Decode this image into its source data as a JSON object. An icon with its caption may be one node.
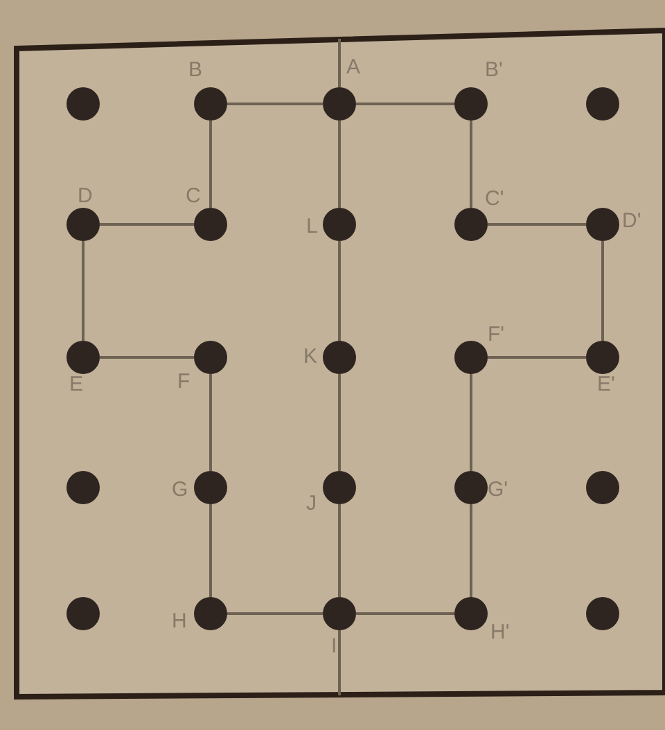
{
  "diagram": {
    "nodes": [
      {
        "text": [],
        "shape": "circle"
      },
      {
        "text": [],
        "shape": "circle",
        "beside": [
          "B"
        ]
      },
      {
        "text": [],
        "shape": "circle",
        "beside": [
          "A"
        ]
      },
      {
        "text": [],
        "shape": "circle",
        "beside": [
          "B'"
        ]
      },
      {
        "text": [],
        "shape": "circle"
      },
      {
        "text": [],
        "shape": "circle",
        "beside": [
          "D"
        ]
      },
      {
        "text": [],
        "shape": "circle",
        "beside": [
          "C"
        ]
      },
      {
        "text": [],
        "shape": "circle",
        "beside": [
          "L"
        ]
      },
      {
        "text": [],
        "shape": "circle",
        "beside": [
          "C'"
        ]
      },
      {
        "text": [],
        "shape": "circle",
        "beside": [
          "D'"
        ]
      },
      {
        "text": [],
        "shape": "circle",
        "beside": [
          "E"
        ]
      },
      {
        "text": [],
        "shape": "circle",
        "beside": [
          "F"
        ]
      },
      {
        "text": [],
        "shape": "circle",
        "beside": [
          "K"
        ]
      },
      {
        "text": [],
        "shape": "circle",
        "beside": [
          "F'"
        ]
      },
      {
        "text": [],
        "shape": "circle",
        "beside": [
          "E'"
        ]
      },
      {
        "text": [],
        "shape": "circle"
      },
      {
        "text": [],
        "shape": "circle",
        "beside": [
          "G"
        ]
      },
      {
        "text": [],
        "shape": "circle",
        "beside": [
          "J"
        ]
      },
      {
        "text": [],
        "shape": "circle",
        "beside": [
          "G'"
        ]
      },
      {
        "text": [],
        "shape": "circle"
      },
      {
        "text": [],
        "shape": "circle"
      },
      {
        "text": [],
        "shape": "circle",
        "beside": [
          "H"
        ]
      },
      {
        "text": [],
        "shape": "circle",
        "beside": [
          "I"
        ]
      },
      {
        "text": [],
        "shape": "circle",
        "beside": [
          "H'"
        ]
      },
      {
        "text": [],
        "shape": "circle"
      }
    ],
    "edges": [
      {
        "from": 1,
        "to": 2,
        "arrow": "none"
      },
      {
        "from": 2,
        "to": 3,
        "arrow": "none"
      },
      {
        "from": 1,
        "to": 6,
        "arrow": "none"
      },
      {
        "from": 6,
        "to": 5,
        "arrow": "none"
      },
      {
        "from": 5,
        "to": 10,
        "arrow": "none"
      },
      {
        "from": 10,
        "to": 11,
        "arrow": "none"
      },
      {
        "from": 11,
        "to": 16,
        "arrow": "none"
      },
      {
        "from": 16,
        "to": 21,
        "arrow": "none"
      },
      {
        "from": 21,
        "to": 22,
        "arrow": "none"
      },
      {
        "from": 22,
        "to": 23,
        "arrow": "none"
      },
      {
        "from": 23,
        "to": 18,
        "arrow": "none"
      },
      {
        "from": 18,
        "to": 13,
        "arrow": "none"
      },
      {
        "from": 13,
        "to": 14,
        "arrow": "none"
      },
      {
        "from": 14,
        "to": 9,
        "arrow": "none"
      },
      {
        "from": 9,
        "to": 8,
        "arrow": "none"
      },
      {
        "from": 8,
        "to": 3,
        "arrow": "none"
      },
      {
        "from": 2,
        "to": 7,
        "arrow": "none"
      },
      {
        "from": 7,
        "to": 12,
        "arrow": "none"
      },
      {
        "from": 12,
        "to": 17,
        "arrow": "none"
      },
      {
        "from": 17,
        "to": 22,
        "arrow": "none"
      },
      {
        "from": null,
        "to": 2,
        "arrow": "none"
      },
      {
        "from": 22,
        "to": null,
        "arrow": "none"
      }
    ]
  }
}
